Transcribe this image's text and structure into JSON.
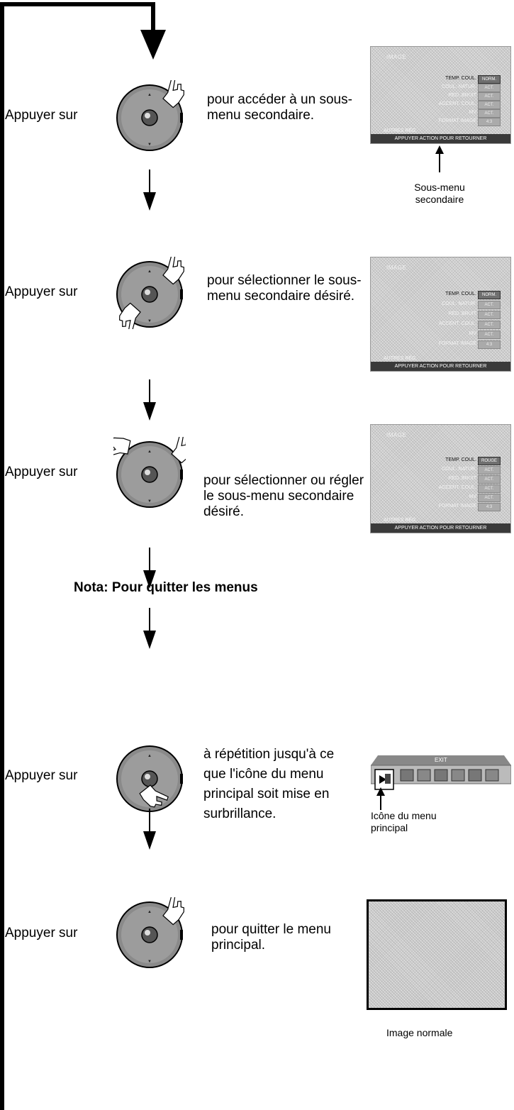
{
  "steps": [
    {
      "action": "Appuyer sur",
      "desc": "pour accéder à un sous-menu secondaire.",
      "caption": "Sous-menu secondaire"
    },
    {
      "action": "Appuyer sur",
      "desc": "pour sélectionner le sous-menu secondaire désiré."
    },
    {
      "action": "Appuyer sur",
      "desc": "pour sélectionner ou régler le sous-menu secondaire désiré."
    },
    {
      "action": "Appuyer sur",
      "desc": "à répétition jusqu'à ce que l'icône du menu principal soit mise en surbrillance.",
      "caption": "Icône du menu principal"
    },
    {
      "action": "Appuyer sur",
      "desc": "pour quitter le menu principal.",
      "caption": "Image normale"
    }
  ],
  "note": "Nota: Pour quitter les menus",
  "osd": {
    "title": "IMAGE",
    "items": [
      {
        "label": "TEMP. COUL.",
        "value": "NORM."
      },
      {
        "label": "COUL. NATUR.",
        "value": "ACT."
      },
      {
        "label": "RED. BRUIT",
        "value": "ACT."
      },
      {
        "label": "ACCENT. COUL.",
        "value": "ACT."
      },
      {
        "label": "MV",
        "value": "ACT."
      },
      {
        "label": "FORMAT IMAGE",
        "value": "4:3"
      }
    ],
    "alt_first_value": "ROUGE",
    "autres": "AUTRES RÉG.",
    "footer": "APPUYER ACTION POUR RETOURNER"
  },
  "menu_bar": {
    "exit_label": "EXIT"
  }
}
